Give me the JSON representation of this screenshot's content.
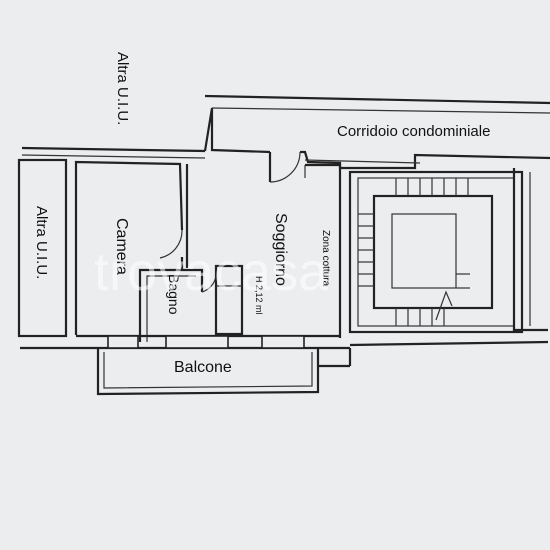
{
  "labels": {
    "altra_top": "Altra U.I.U.",
    "altra_left": "Altra U.I.U.",
    "corridoio": "Corridoio condominiale",
    "camera": "Camera",
    "bagno": "Bagno",
    "soggiorno": "Soggiorno",
    "zona_cottura": "Zona cottura",
    "height_note": "H 2,12 ml",
    "balcone": "Balcone"
  },
  "watermark": "trovacasa",
  "colors": {
    "background": "#ecedef",
    "ink": "#222222"
  }
}
